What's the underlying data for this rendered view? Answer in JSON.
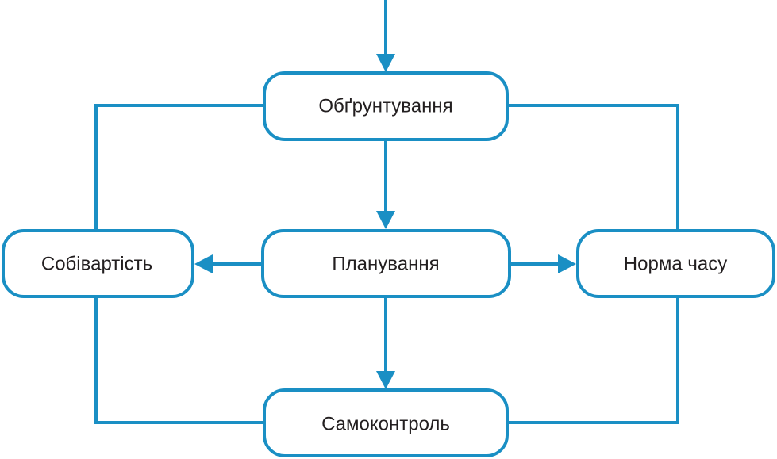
{
  "diagram": {
    "nodes": {
      "justification": {
        "label": "Обґрунтування"
      },
      "planning": {
        "label": "Планування"
      },
      "cost": {
        "label": "Собівартість"
      },
      "time_norm": {
        "label": "Норма часу"
      },
      "self_control": {
        "label": "Самоконтроль"
      }
    },
    "colors": {
      "line": "#1a8fc4",
      "text": "#231f20",
      "background": "#ffffff"
    }
  }
}
